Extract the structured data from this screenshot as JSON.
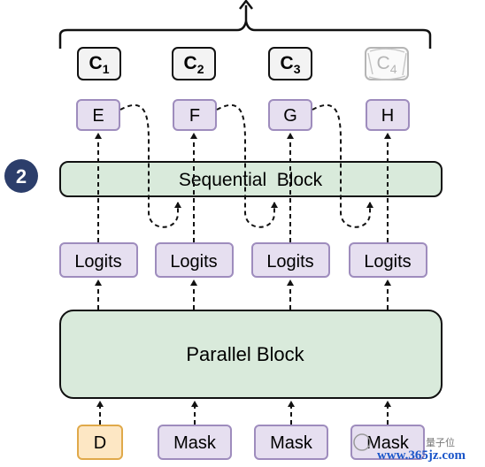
{
  "step_badge": "2",
  "outputs": [
    {
      "letter": "C",
      "sub": "1",
      "faded": false
    },
    {
      "letter": "C",
      "sub": "2",
      "faded": false
    },
    {
      "letter": "C",
      "sub": "3",
      "faded": false
    },
    {
      "letter": "C",
      "sub": "4",
      "faded": true
    }
  ],
  "tokens": [
    "E",
    "F",
    "G",
    "H"
  ],
  "sequential_block": "Sequential  Block",
  "logits": [
    "Logits",
    "Logits",
    "Logits",
    "Logits"
  ],
  "parallel_block": "Parallel Block",
  "inputs": [
    "D",
    "Mask",
    "Mask",
    "Mask"
  ],
  "watermark": {
    "site": "www.365jz.com",
    "cn": "量子位"
  },
  "colors": {
    "purple_fill": "#e6dff0",
    "purple_stroke": "#9e8cbd",
    "green_fill": "#d9eadb",
    "orange_fill": "#fde7c4",
    "orange_stroke": "#e0a94a",
    "badge": "#2c3e6b"
  }
}
